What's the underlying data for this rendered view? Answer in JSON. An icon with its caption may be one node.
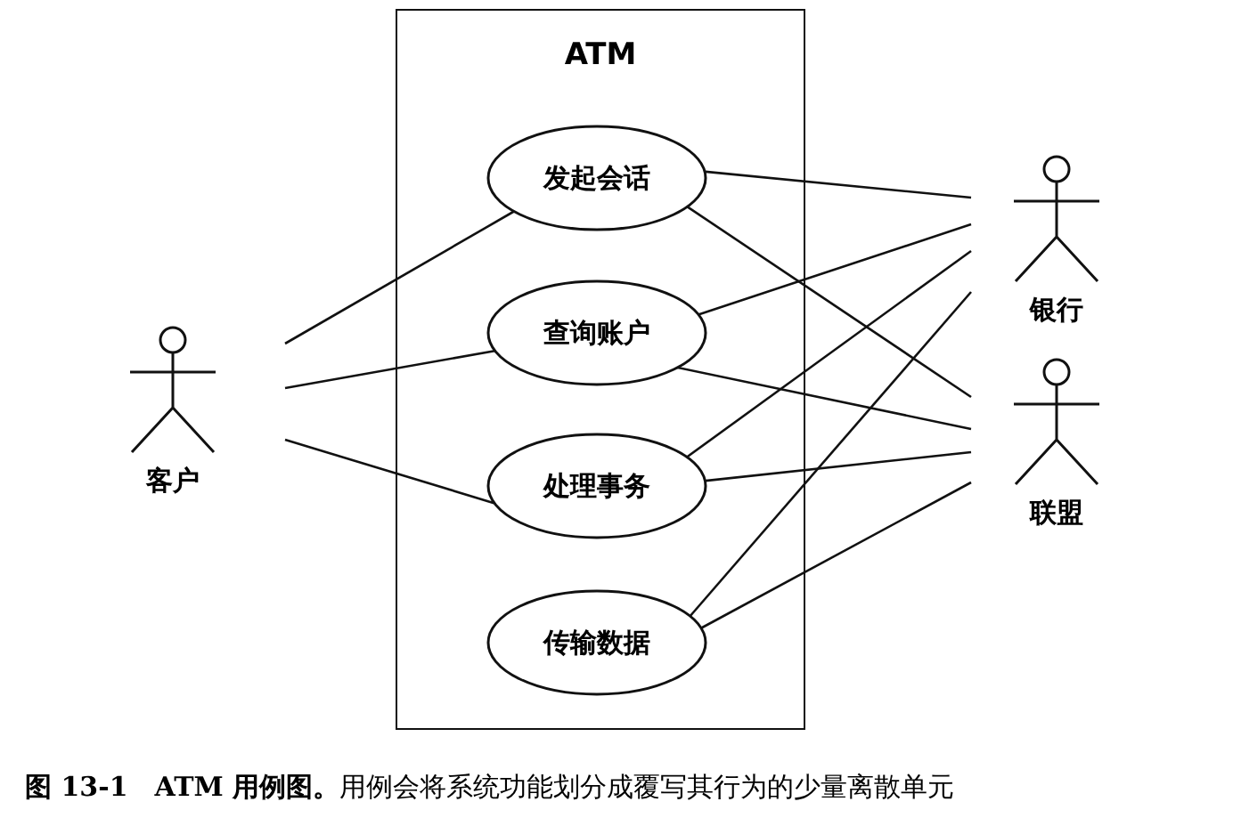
{
  "diagram": {
    "caption": "**图 13-1　ATM 用例图。**用例会将系统功能划分成覆写其行为的少量离散单元",
    "nodes": [
      {
        "text": [
          "ATM"
        ]
      },
      {
        "text": [
          "发起会话"
        ],
        "in": 0
      },
      {
        "text": [
          "查询账户"
        ],
        "in": 0
      },
      {
        "text": [
          "处理事务"
        ],
        "in": 0
      },
      {
        "text": [
          "传输数据"
        ],
        "in": 0
      },
      {
        "text": [
          "客户"
        ]
      },
      {
        "text": [
          "银行"
        ]
      },
      {
        "text": [
          "联盟"
        ]
      }
    ],
    "edges": [
      {
        "from": 5,
        "to": 1,
        "arrow": "none"
      },
      {
        "from": 5,
        "to": 2,
        "arrow": "none"
      },
      {
        "from": 5,
        "to": 3,
        "arrow": "none"
      },
      {
        "from": 1,
        "to": 6,
        "arrow": "none"
      },
      {
        "from": 1,
        "to": 7,
        "arrow": "none"
      },
      {
        "from": 2,
        "to": 6,
        "arrow": "none"
      },
      {
        "from": 2,
        "to": 7,
        "arrow": "none"
      },
      {
        "from": 3,
        "to": 6,
        "arrow": "none"
      },
      {
        "from": 3,
        "to": 7,
        "arrow": "none"
      },
      {
        "from": 4,
        "to": 6,
        "arrow": "none"
      },
      {
        "from": 4,
        "to": 7,
        "arrow": "none"
      }
    ]
  }
}
